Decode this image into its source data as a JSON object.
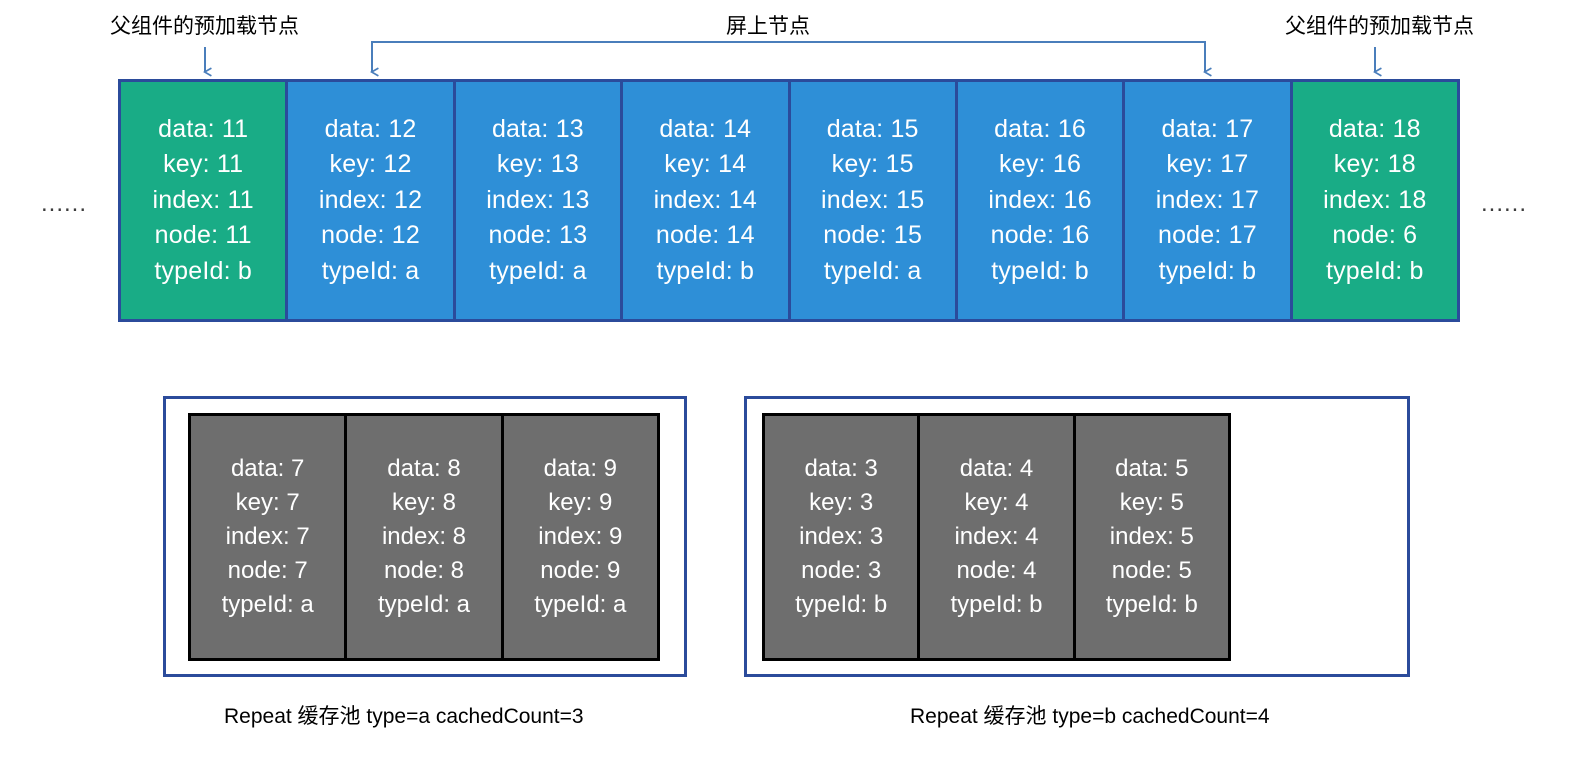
{
  "annotations": {
    "left_label": "父组件的预加载节点",
    "center_label": "屏上节点",
    "right_label": "父组件的预加载节点",
    "ellipsis_left": "......",
    "ellipsis_right": "......"
  },
  "colors": {
    "preload_node": "#19AC86",
    "onscreen_node": "#2E8FD7",
    "cell_border": "#2B4B9B",
    "cached_node": "#6E6E6E",
    "cached_border": "#000000",
    "pool_border": "#2B4B9B",
    "arrow": "#4A7EBB",
    "text_on_node": "#FFFFFF",
    "label_text": "#000000"
  },
  "main_strip": {
    "cells": [
      {
        "color_role": "preload",
        "data": "data: 11",
        "key": "key: 11",
        "index": "index: 11",
        "node": "node: 11",
        "typeId": "typeId: b"
      },
      {
        "color_role": "onscreen",
        "data": "data: 12",
        "key": "key: 12",
        "index": "index: 12",
        "node": "node: 12",
        "typeId": "typeId: a"
      },
      {
        "color_role": "onscreen",
        "data": "data: 13",
        "key": "key: 13",
        "index": "index: 13",
        "node": "node: 13",
        "typeId": "typeId: a"
      },
      {
        "color_role": "onscreen",
        "data": "data: 14",
        "key": "key: 14",
        "index": "index: 14",
        "node": "node: 14",
        "typeId": "typeId: b"
      },
      {
        "color_role": "onscreen",
        "data": "data: 15",
        "key": "key: 15",
        "index": "index: 15",
        "node": "node: 15",
        "typeId": "typeId: a"
      },
      {
        "color_role": "onscreen",
        "data": "data: 16",
        "key": "key: 16",
        "index": "index: 16",
        "node": "node: 16",
        "typeId": "typeId: b"
      },
      {
        "color_role": "onscreen",
        "data": "data: 17",
        "key": "key: 17",
        "index": "index: 17",
        "node": "node: 17",
        "typeId": "typeId: b"
      },
      {
        "color_role": "preload",
        "data": "data: 18",
        "key": "key: 18",
        "index": "index: 18",
        "node": "node: 6",
        "typeId": "typeId: b"
      }
    ]
  },
  "pools": [
    {
      "caption": "Repeat 缓存池 type=a  cachedCount=3",
      "cells": [
        {
          "data": "data: 7",
          "key": "key: 7",
          "index": "index: 7",
          "node": "node: 7",
          "typeId": "typeId: a"
        },
        {
          "data": "data: 8",
          "key": "key: 8",
          "index": "index: 8",
          "node": "node: 8",
          "typeId": "typeId: a"
        },
        {
          "data": "data: 9",
          "key": "key: 9",
          "index": "index: 9",
          "node": "node: 9",
          "typeId": "typeId: a"
        }
      ]
    },
    {
      "caption": "Repeat 缓存池 type=b  cachedCount=4",
      "cells": [
        {
          "data": "data: 3",
          "key": "key: 3",
          "index": "index: 3",
          "node": "node: 3",
          "typeId": "typeId: b"
        },
        {
          "data": "data: 4",
          "key": "key: 4",
          "index": "index: 4",
          "node": "node: 4",
          "typeId": "typeId: b"
        },
        {
          "data": "data: 5",
          "key": "key: 5",
          "index": "index: 5",
          "node": "node: 5",
          "typeId": "typeId: b"
        }
      ]
    }
  ]
}
